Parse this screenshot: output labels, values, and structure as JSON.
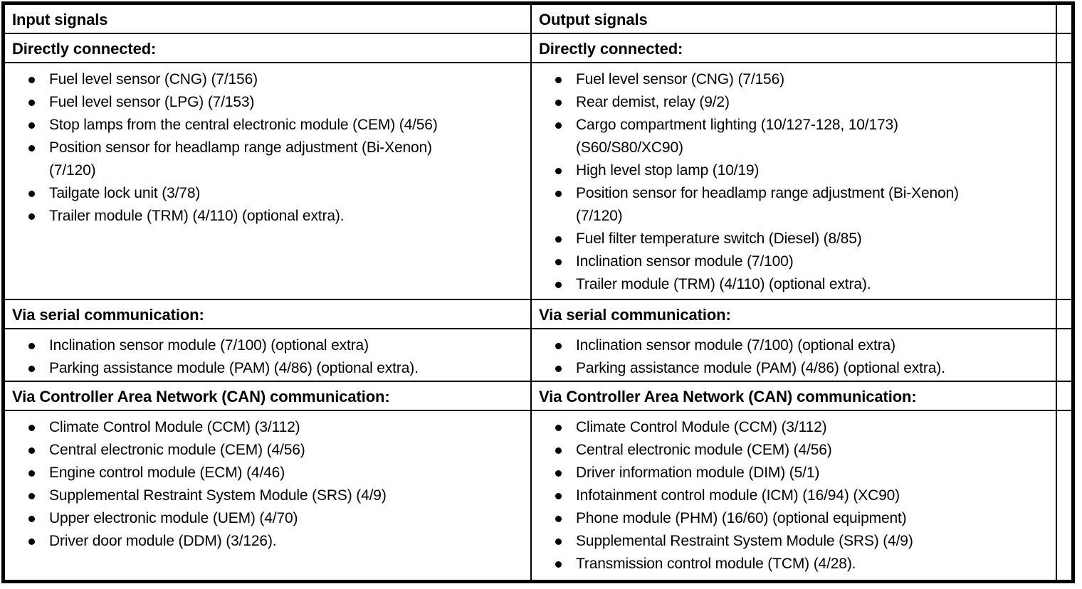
{
  "table": {
    "columns": [
      {
        "header": "Input signals"
      },
      {
        "header": "Output signals"
      },
      {
        "header": ""
      }
    ],
    "sections": [
      {
        "id": "directly-connected",
        "subheading_left": "Directly connected:",
        "subheading_right": "Directly connected:",
        "left_items": [
          {
            "text": "Fuel level sensor (CNG) (7/156)"
          },
          {
            "text": "Fuel level sensor (LPG) (7/153)"
          },
          {
            "text": "Stop lamps from the central electronic module (CEM) (4/56)"
          },
          {
            "text": "Position sensor for headlamp range adjustment (Bi-Xenon)",
            "cont": "(7/120)"
          },
          {
            "text": "Tailgate lock unit (3/78)"
          },
          {
            "text": "Trailer module (TRM) (4/110) (optional extra)."
          }
        ],
        "right_items": [
          {
            "text": "Fuel level sensor (CNG) (7/156)"
          },
          {
            "text": "Rear demist, relay (9/2)"
          },
          {
            "text": "Cargo compartment lighting (10/127-128, 10/173)",
            "cont": "(S60/S80/XC90)"
          },
          {
            "text": "High level stop lamp (10/19)"
          },
          {
            "text": "Position sensor for headlamp range adjustment (Bi-Xenon)",
            "cont": "(7/120)"
          },
          {
            "text": "Fuel filter temperature switch (Diesel) (8/85)"
          },
          {
            "text": "Inclination sensor module (7/100)"
          },
          {
            "text": "Trailer module (TRM) (4/110) (optional extra)."
          }
        ]
      },
      {
        "id": "via-serial-communication",
        "subheading_left": "Via serial communication:",
        "subheading_right": "Via serial communication:",
        "left_items": [
          {
            "text": "Inclination sensor module (7/100) (optional extra)"
          },
          {
            "text": "Parking assistance module (PAM) (4/86) (optional extra)."
          }
        ],
        "right_items": [
          {
            "text": "Inclination sensor module (7/100) (optional extra)"
          },
          {
            "text": "Parking assistance module (PAM) (4/86) (optional extra)."
          }
        ]
      },
      {
        "id": "via-can-communication",
        "subheading_left": "Via Controller Area Network (CAN) communication:",
        "subheading_right": "Via Controller Area Network (CAN) communication:",
        "left_items": [
          {
            "text": "Climate Control Module (CCM) (3/112)"
          },
          {
            "text": "Central electronic module (CEM) (4/56)"
          },
          {
            "text": "Engine control module (ECM) (4/46)"
          },
          {
            "text": "Supplemental Restraint System Module (SRS) (4/9)"
          },
          {
            "text": "Upper electronic module (UEM) (4/70)"
          },
          {
            "text": "Driver door module (DDM) (3/126)."
          }
        ],
        "right_items": [
          {
            "text": "Climate Control Module (CCM) (3/112)"
          },
          {
            "text": "Central electronic module (CEM) (4/56)"
          },
          {
            "text": "Driver information module (DIM) (5/1)"
          },
          {
            "text": "Infotainment control module (ICM) (16/94) (XC90)"
          },
          {
            "text": "Phone module (PHM) (16/60) (optional equipment)"
          },
          {
            "text": "Supplemental Restraint System Module (SRS) (4/9)"
          },
          {
            "text": "Transmission control module (TCM) (4/28)."
          }
        ]
      }
    ]
  },
  "colors": {
    "border": "#000000",
    "text": "#000000",
    "background": "#ffffff"
  }
}
